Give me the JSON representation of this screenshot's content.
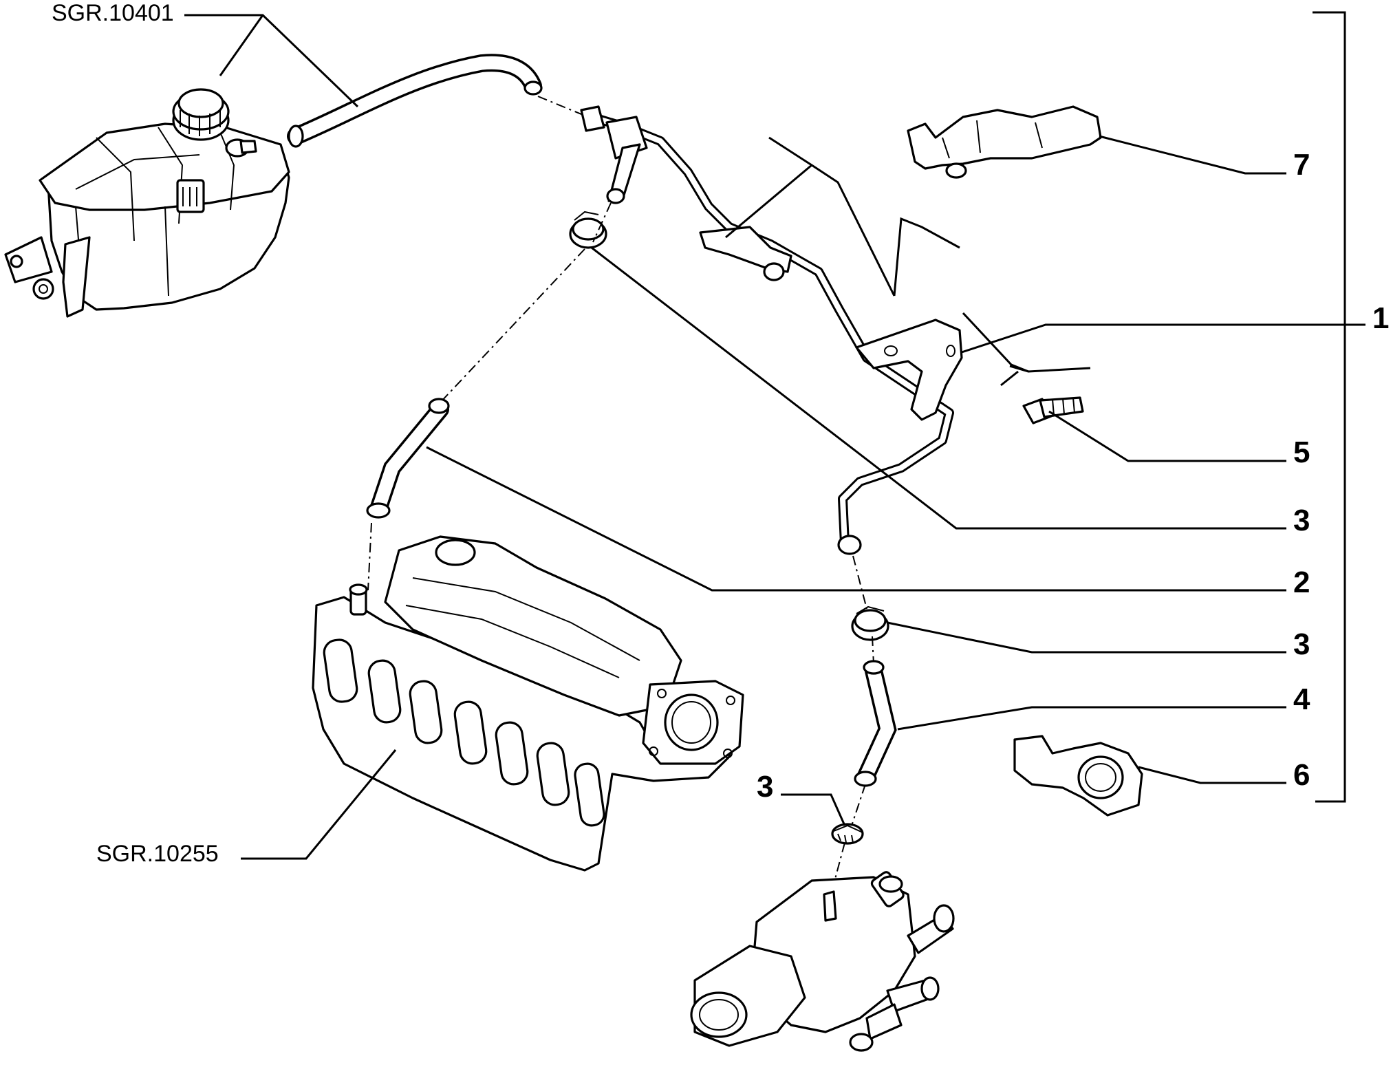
{
  "diagram": {
    "references": {
      "upper_left": "SGR.10401",
      "lower_left": "SGR.10255"
    },
    "callouts": [
      {
        "id": "c7",
        "label": "7"
      },
      {
        "id": "c1",
        "label": "1"
      },
      {
        "id": "c5",
        "label": "5"
      },
      {
        "id": "c3a",
        "label": "3"
      },
      {
        "id": "c2",
        "label": "2"
      },
      {
        "id": "c3b",
        "label": "3"
      },
      {
        "id": "c4",
        "label": "4"
      },
      {
        "id": "c6",
        "label": "6"
      },
      {
        "id": "c3c",
        "label": "3"
      }
    ]
  }
}
